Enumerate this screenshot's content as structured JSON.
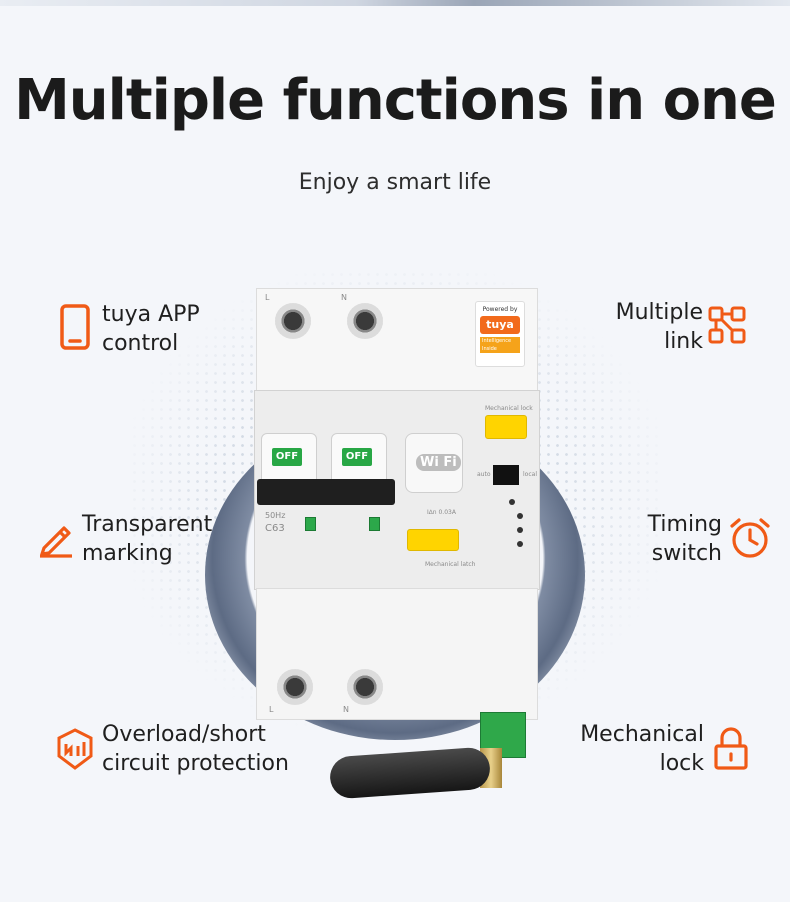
{
  "header": {
    "title": "Multiple functions in one",
    "subtitle": "Enjoy a smart life"
  },
  "features": {
    "tuya": {
      "line1": "tuya APP",
      "line2": "control",
      "icon": "smartphone-icon"
    },
    "multi_link": {
      "line1": "Multiple",
      "line2": "link",
      "icon": "network-link-icon"
    },
    "transparent": {
      "line1": "Transparent",
      "line2": "marking",
      "icon": "pencil-icon"
    },
    "timing": {
      "line1": "Timing",
      "line2": "switch",
      "icon": "alarm-clock-icon"
    },
    "overload": {
      "line1": "Overload/short",
      "line2": "circuit protection",
      "icon": "shield-current-icon"
    },
    "mechanical": {
      "line1": "Mechanical",
      "line2": "lock",
      "icon": "padlock-icon"
    }
  },
  "device": {
    "terminal_l": "L",
    "terminal_n": "N",
    "badge_powered": "Powered by",
    "badge_brand": "tuya",
    "badge_tag": "Intelligence Inside",
    "handle_label": "OFF",
    "wifi_label": "Wi Fi",
    "mech_lock_label": "Mechanical lock",
    "mech_latch_label": "Mechanical latch",
    "auto_label": "auto",
    "local_label": "local",
    "status_leds": [
      "resetting",
      "state",
      "warn",
      "fault"
    ],
    "rating": "C63",
    "freq": "50Hz",
    "leak_rating": "I∆n 0.03A"
  },
  "colors": {
    "accent": "#f05a16",
    "title": "#1b1b1b"
  }
}
